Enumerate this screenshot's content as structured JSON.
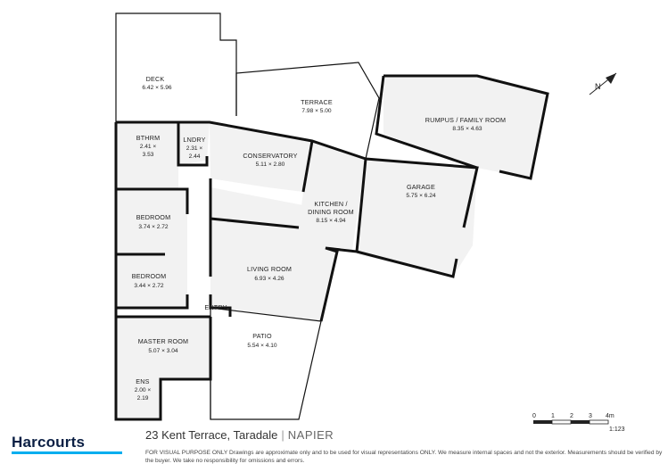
{
  "rooms": [
    {
      "id": "deck",
      "name": "DECK",
      "dims": "6.42 × 5.96"
    },
    {
      "id": "terrace",
      "name": "TERRACE",
      "dims": "7.98 × 5.00"
    },
    {
      "id": "rumpus",
      "name": "RUMPUS / FAMILY ROOM",
      "dims": "8.35 × 4.63"
    },
    {
      "id": "bthrm",
      "name": "BTHRM",
      "dims": "2.41 ×",
      "dims2": "3.53"
    },
    {
      "id": "lndry",
      "name": "LNDRY",
      "dims": "2.31 ×",
      "dims2": "2.44"
    },
    {
      "id": "conservatory",
      "name": "CONSERVATORY",
      "dims": "5.11 × 2.80"
    },
    {
      "id": "kitchen",
      "name": "KITCHEN /",
      "name2": "DINING ROOM",
      "dims": "8.15 × 4.94"
    },
    {
      "id": "garage",
      "name": "GARAGE",
      "dims": "5.75 × 6.24"
    },
    {
      "id": "bedroom1",
      "name": "BEDROOM",
      "dims": "3.74 × 2.72"
    },
    {
      "id": "bedroom2",
      "name": "BEDROOM",
      "dims": "3.44 × 2.72"
    },
    {
      "id": "living",
      "name": "LIVING ROOM",
      "dims": "6.93 × 4.26"
    },
    {
      "id": "entry",
      "name": "ENTRY"
    },
    {
      "id": "master",
      "name": "MASTER ROOM",
      "dims": "5.07 × 3.04"
    },
    {
      "id": "patio",
      "name": "PATIO",
      "dims": "5.54 × 4.10"
    },
    {
      "id": "ens",
      "name": "ENS",
      "dims": "2.00 ×",
      "dims2": "2.19"
    }
  ],
  "north_label": "N",
  "scale": {
    "ticks": [
      "0",
      "1",
      "2",
      "3",
      "4m"
    ],
    "ratio": "1:123"
  },
  "footer": {
    "brand": "Harcourts",
    "address": "23 Kent Terrace, Taradale",
    "separator": "|",
    "city": "NAPIER",
    "disclaimer": "FOR VISUAL PURPOSE ONLY Drawings are approximate only and to be used for visual representations ONLY. We measure internal spaces and not the exterior. Measurements should be verified by the buyer. We take no responsibility for omissions and errors."
  },
  "colors": {
    "wall": "#111111",
    "room_fill": "#f2f2f2",
    "brand": "#0b1f44",
    "brand_accent": "#00aeef"
  }
}
